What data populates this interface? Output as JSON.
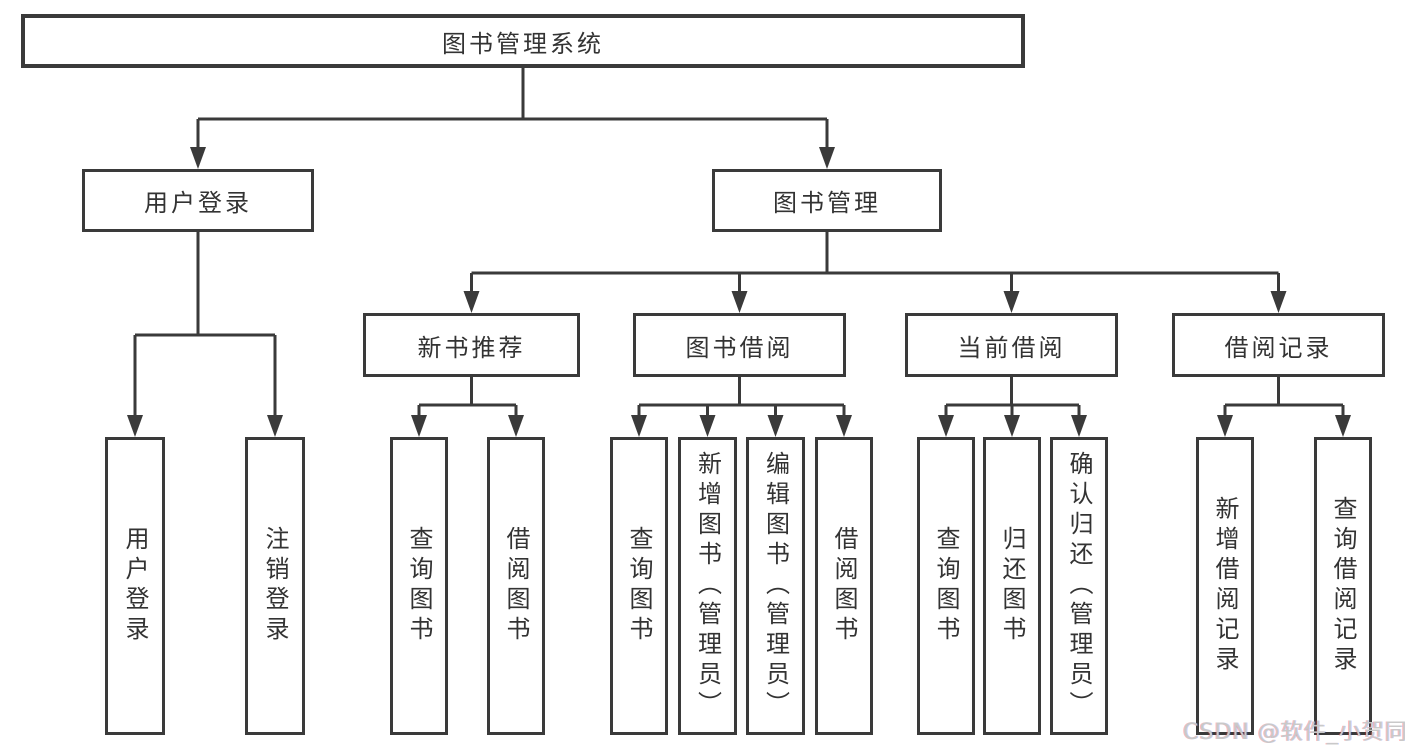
{
  "diagram": {
    "root": "图书管理系统",
    "user_branch": {
      "label": "用户登录",
      "children": [
        "用户登录",
        "注销登录"
      ]
    },
    "mgmt_branch": {
      "label": "图书管理",
      "groups": [
        {
          "label": "新书推荐",
          "children": [
            "查询图书",
            "借阅图书"
          ]
        },
        {
          "label": "图书借阅",
          "children": [
            "查询图书",
            "新增图书（管理员）",
            "编辑图书（管理员）",
            "借阅图书"
          ]
        },
        {
          "label": "当前借阅",
          "children": [
            "查询图书",
            "归还图书",
            "确认归还（管理员）"
          ]
        },
        {
          "label": "借阅记录",
          "children": [
            "新增借阅记录",
            "查询借阅记录"
          ]
        }
      ]
    }
  },
  "watermark": {
    "text": "CSDN @软件_小贺同学"
  },
  "colors": {
    "line": "#3a3a3a",
    "text": "#333333",
    "background": "#ffffff"
  }
}
